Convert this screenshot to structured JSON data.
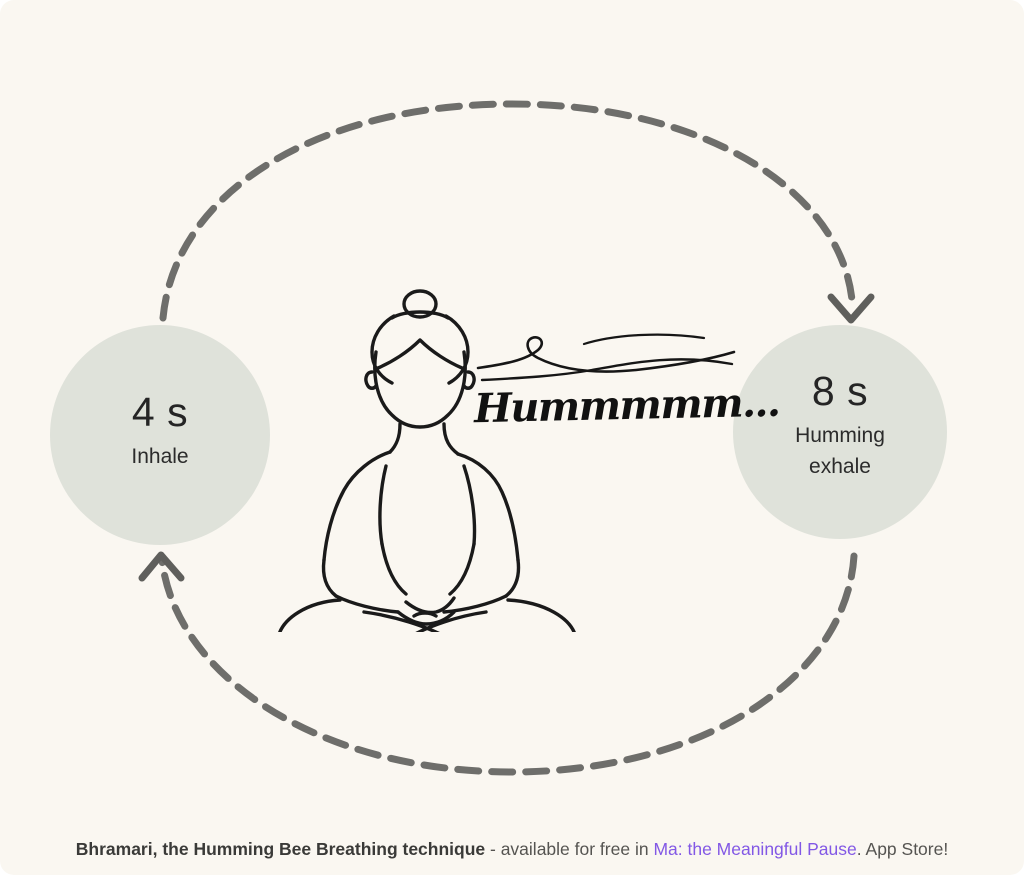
{
  "page": {
    "background_color": "#FAF7F1",
    "title": "Bhramari Humming Bee Breathing cycle diagram"
  },
  "cycle": {
    "arc_color": "#6E6E6B",
    "arc_style": "dashed",
    "top_arrow_direction": "down-into-exhale-circle",
    "bottom_arrow_direction": "up-into-inhale-circle"
  },
  "phases": {
    "inhale": {
      "duration": "4 s",
      "label": "Inhale",
      "circle_color": "#DFE2DA"
    },
    "exhale": {
      "duration": "8 s",
      "label": "Humming\nexhale",
      "label_line1": "Humming",
      "label_line2": "exhale",
      "circle_color": "#DFE2DA"
    }
  },
  "illustration": {
    "figure_name": "meditating-person-lotus-pose",
    "hum_text": "Hummmmm...",
    "wind_lines": 3,
    "stroke_color": "#1a1a1a"
  },
  "caption": {
    "technique_name": "Bhramari, the Humming Bee Breathing technique",
    "separator": " - ",
    "availability": "available for free in ",
    "app_link": "Ma: the Meaningful Pause",
    "app_store_suffix": ". App Store!",
    "link_color": "#8258E5"
  }
}
